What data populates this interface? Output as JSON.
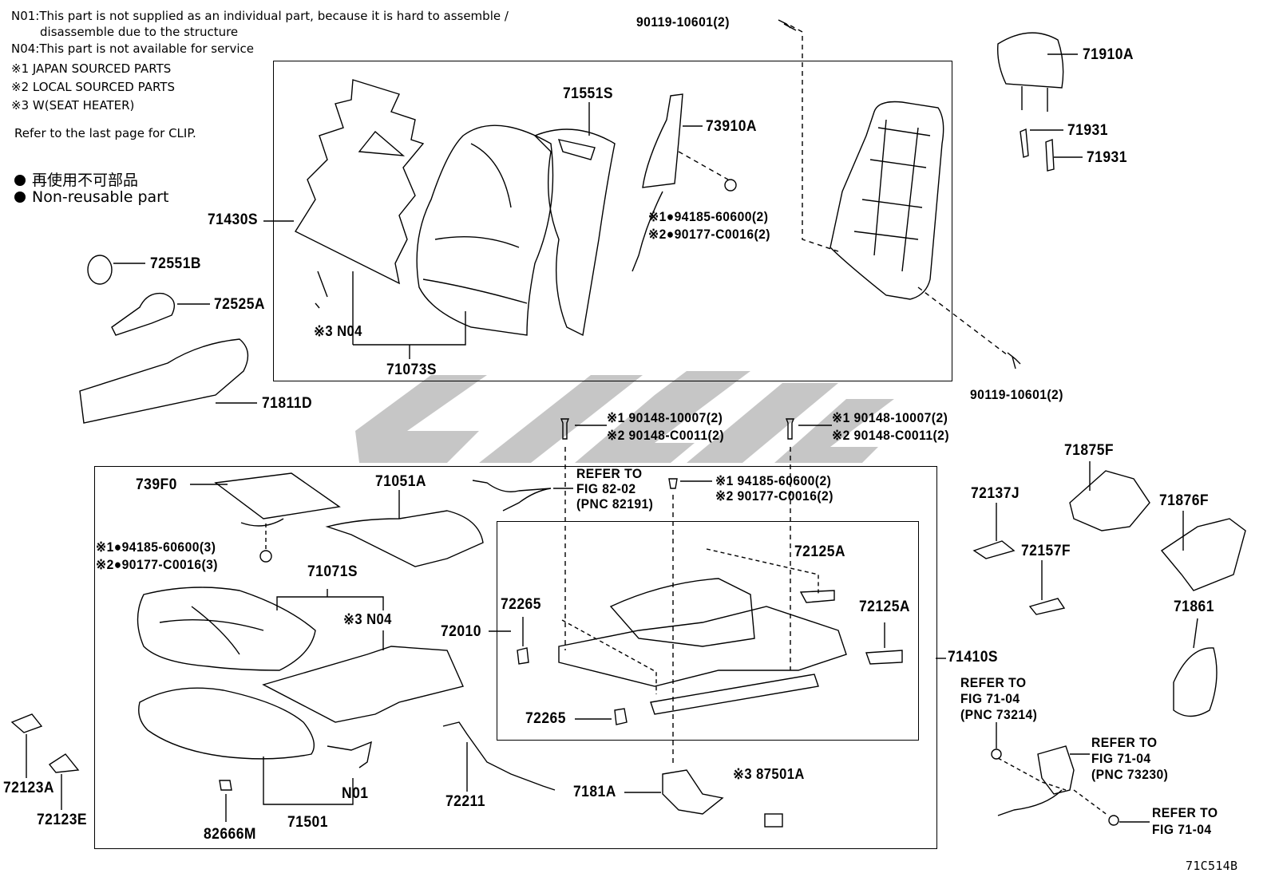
{
  "notes": {
    "n01_line1": "N01:This part is not supplied as an individual part, because it is hard to assemble /",
    "n01_line2": "disassemble due to the structure",
    "n04": "N04:This part is not available for service",
    "s1": "※1 JAPAN SOURCED PARTS",
    "s2": "※2 LOCAL SOURCED PARTS",
    "s3": "※3 W(SEAT HEATER)",
    "clip": "Refer to the last page for CLIP."
  },
  "legend": {
    "jp": "再使用不可部品",
    "en": "Non-reusable part"
  },
  "labels": {
    "p71430S": "71430S",
    "p72551B": "72551B",
    "p72525A": "72525A",
    "p71811D": "71811D",
    "p71551S": "71551S",
    "p73910A": "73910A",
    "p71073S": "71073S",
    "n04_top": "※3 N04",
    "p90119_top": "90119-10601(2)",
    "p90119_bot": "90119-10601(2)",
    "p71910A": "71910A",
    "p71931a": "71931",
    "p71931b": "71931",
    "p94185_top": "※1●94185-60600(2)",
    "p90177_top": "※2●90177-C0016(2)",
    "p90148a1": "※1 90148-10007(2)",
    "p90148a2": "※2 90148-C0011(2)",
    "p90148b1": "※1 90148-10007(2)",
    "p90148b2": "※2 90148-C0011(2)",
    "refer_82_1": "REFER TO",
    "refer_82_2": "FIG 82-02",
    "refer_82_3": "(PNC 82191)",
    "p94185_mid": "※1 94185-60600(2)",
    "p90177_mid": "※2 90177-C0016(2)",
    "p739F0": "739F0",
    "p71051A": "71051A",
    "p94185_left": "※1●94185-60600(3)",
    "p90177_left": "※2●90177-C0016(3)",
    "p71071S": "71071S",
    "n04_mid": "※3 N04",
    "p72010": "72010",
    "p72265a": "72265",
    "p72265b": "72265",
    "p72125A_a": "72125A",
    "p72125A_b": "72125A",
    "p71410S": "71410S",
    "n01": "N01",
    "p71501": "71501",
    "p72211": "72211",
    "p7181A": "7181A",
    "p87501A": "※3 87501A",
    "p82666M": "82666M",
    "p72123A": "72123A",
    "p72123E": "72123E",
    "p71875F": "71875F",
    "p72137J": "72137J",
    "p71876F": "71876F",
    "p72157F": "72157F",
    "p71861": "71861",
    "refer_73214_1": "REFER TO",
    "refer_73214_2": "FIG 71-04",
    "refer_73214_3": "(PNC 73214)",
    "refer_73230_1": "REFER TO",
    "refer_73230_2": "FIG 71-04",
    "refer_73230_3": "(PNC 73230)",
    "refer_71_1": "REFER TO",
    "refer_71_2": "FIG 71-04",
    "fig_id": "71C514B"
  }
}
